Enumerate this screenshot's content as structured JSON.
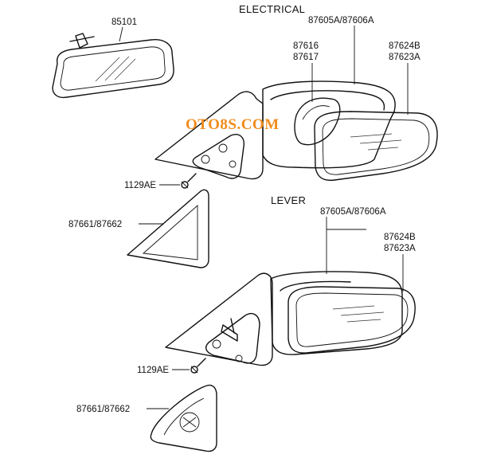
{
  "headers": {
    "electrical": "ELECTRICAL",
    "lever": "LEVER"
  },
  "watermark": "OTO8S.COM",
  "labels": {
    "inner_mirror": "85101",
    "elec_assy": "87605A/87606A",
    "elec_glass_a": "87616",
    "elec_glass_b": "87617",
    "elec_cover_a": "87624B",
    "elec_cover_b": "87623A",
    "elec_screw": "1129AE",
    "elec_garnish": "87661/87662",
    "lever_assy": "87605A/87606A",
    "lever_cover_a": "87624B",
    "lever_cover_b": "87623A",
    "lever_screw": "1129AE",
    "lever_garnish": "87661/87662"
  }
}
